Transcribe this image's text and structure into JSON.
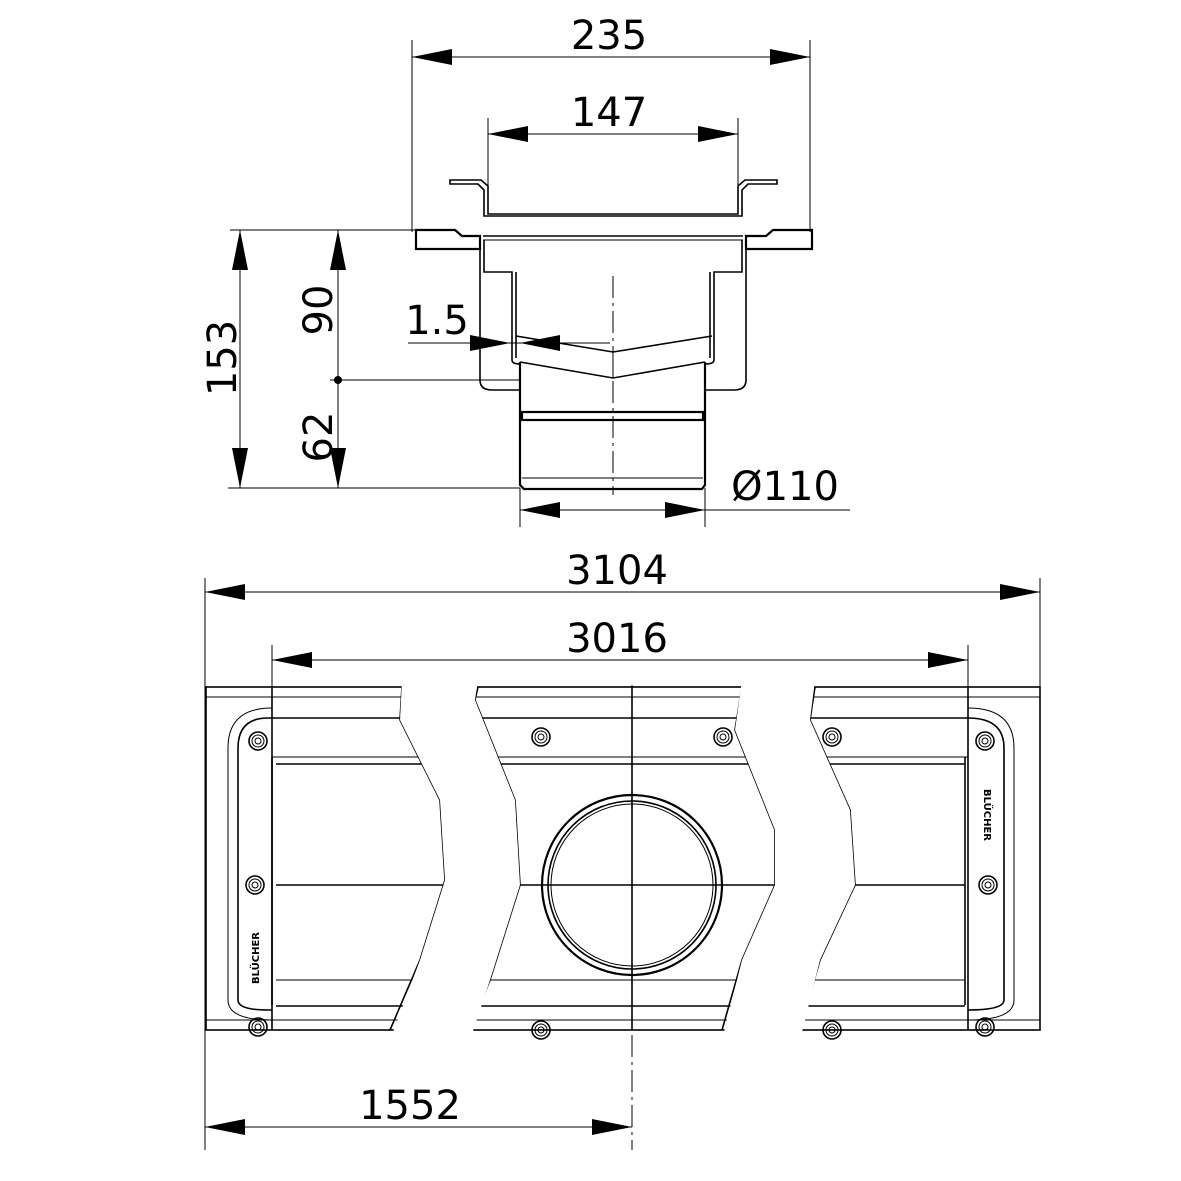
{
  "title": "Drain channel technical drawing",
  "dimensions": {
    "top_width": "235",
    "grate_width": "147",
    "total_height": "153",
    "body_height": "90",
    "outlet_height": "62",
    "slope": "1.5",
    "outlet_diameter": "Ø110",
    "overall_length": "3104",
    "inner_length": "3016",
    "outlet_position": "1552"
  },
  "brand_marking": "BLÜCHER",
  "colors": {
    "line": "#000000",
    "background": "#ffffff"
  }
}
